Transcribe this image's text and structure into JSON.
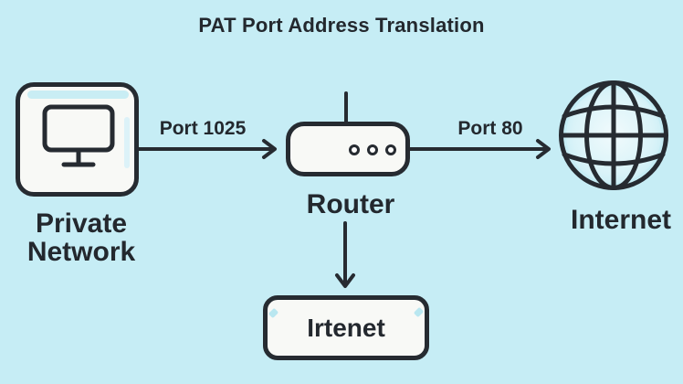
{
  "title": "PAT Port Address Translation",
  "colors": {
    "background": "#c6edf5",
    "node_fill": "#f8f9f6",
    "stroke": "#262b31",
    "text": "#23282e",
    "highlight": "#b9e8f3"
  },
  "nodes": {
    "private_network": {
      "label_line1": "Private",
      "label_line2": "Network",
      "icon": "monitor-icon"
    },
    "router": {
      "label": "Router",
      "icon": "router-icon"
    },
    "internet": {
      "label": "Internet",
      "icon": "globe-icon"
    },
    "intranet_box": {
      "label": "Irtenet"
    }
  },
  "edges": {
    "private_to_router": {
      "label": "Port 1025",
      "direction": "right"
    },
    "router_to_internet": {
      "label": "Port 80",
      "direction": "right"
    },
    "router_to_intranet": {
      "label": "",
      "direction": "down"
    }
  }
}
